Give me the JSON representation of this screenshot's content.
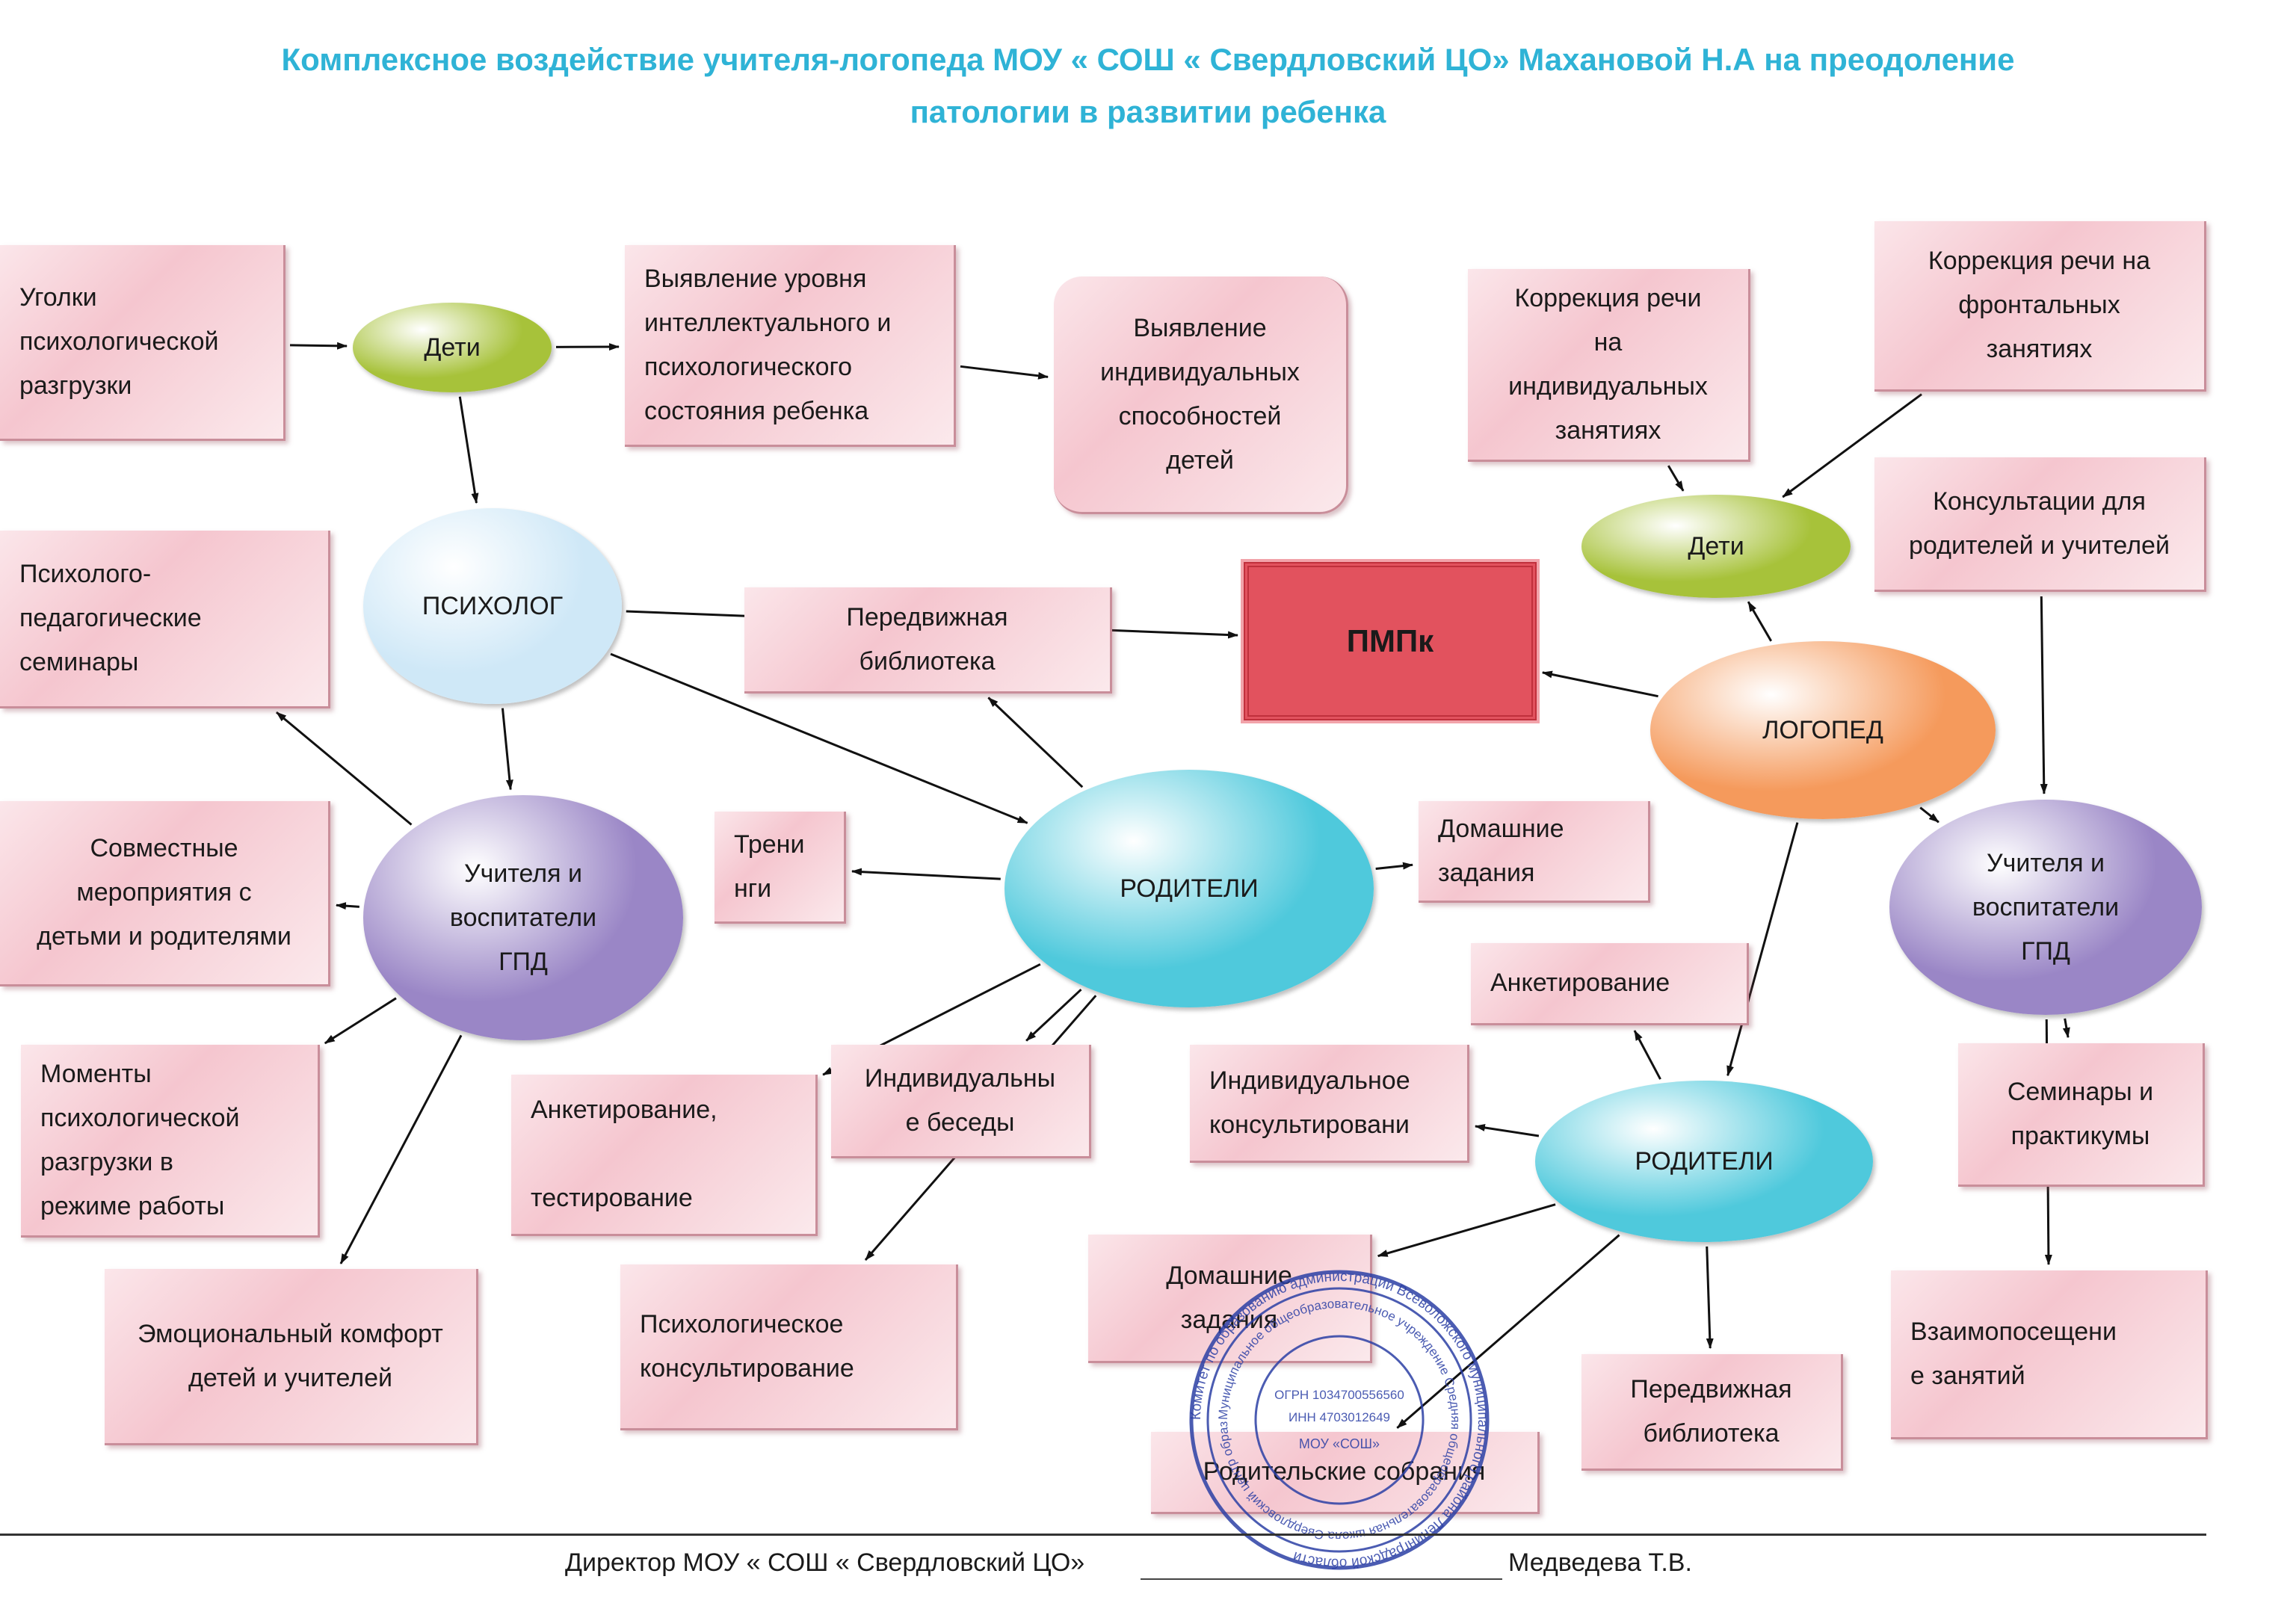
{
  "title": {
    "line1": "Комплексное  воздействие  учителя-логопеда МОУ « СОШ « Свердловский ЦО» Махановой Н.А  на преодоление",
    "line2": "патологии в развитии ребенка"
  },
  "nodes": {
    "ugolki": {
      "shape": "box",
      "lines": [
        "Уголки",
        "психологической",
        "разгрузки"
      ]
    },
    "deti_left": {
      "shape": "oval",
      "lines": [
        "Дети"
      ],
      "fill": "#a7c23a"
    },
    "vyavlenie_urovnya": {
      "shape": "box",
      "lines": [
        "Выявление  уровня",
        "интеллектуального и",
        "психологического",
        "состояния  ребенка"
      ]
    },
    "vyavlenie_spos": {
      "shape": "box",
      "lines": [
        "Выявление",
        "индивидуальных",
        "способностей",
        "детей"
      ]
    },
    "korr_ind": {
      "shape": "box",
      "lines": [
        "Коррекция речи",
        "на",
        "индивидуальных",
        "занятиях"
      ]
    },
    "korr_front": {
      "shape": "box",
      "lines": [
        "Коррекция речи на",
        "фронтальных",
        "занятиях"
      ]
    },
    "deti_right": {
      "shape": "oval",
      "lines": [
        "Дети"
      ],
      "fill": "#a7c23a"
    },
    "konsult_rod": {
      "shape": "box",
      "lines": [
        "Консультации для",
        "родителей  и учителей"
      ]
    },
    "psiholog": {
      "shape": "oval",
      "lines": [
        "ПСИХОЛОГ"
      ],
      "fill": "#cfe8f7"
    },
    "psi_ped_sem": {
      "shape": "box",
      "lines": [
        "Психолого-",
        "педагогические",
        "семинары"
      ]
    },
    "peredv_bibl_1": {
      "shape": "box",
      "lines": [
        "Передвижная",
        "библиотека"
      ]
    },
    "pmpk": {
      "shape": "pmpk",
      "lines": [
        "ПМПк"
      ]
    },
    "logoped": {
      "shape": "oval",
      "lines": [
        "ЛОГОПЕД"
      ],
      "fill": "#f59a5c"
    },
    "uchitelya_left": {
      "shape": "oval",
      "lines": [
        "Учителя и",
        "воспитатели",
        "ГПД"
      ],
      "fill": "#9a86c6"
    },
    "sovmestnye": {
      "shape": "box",
      "lines": [
        "Совместные",
        "мероприятия с",
        "детьми и родителями"
      ]
    },
    "treningi": {
      "shape": "box",
      "lines": [
        "Трени",
        "нги"
      ]
    },
    "roditeli_center": {
      "shape": "oval",
      "lines": [
        "РОДИТЕЛИ"
      ],
      "fill": "#4fc9dc"
    },
    "domashnie_1": {
      "shape": "box",
      "lines": [
        "Домашние",
        "задания"
      ]
    },
    "uchitelya_right": {
      "shape": "oval",
      "lines": [
        "Учителя  и",
        "воспитатели",
        "ГПД"
      ],
      "fill": "#9a86c6"
    },
    "anketirovanie_2": {
      "shape": "box",
      "lines": [
        "Анкетирование"
      ]
    },
    "momenty": {
      "shape": "box",
      "lines": [
        "Моменты",
        "психологической",
        "разгрузки в",
        "режиме работы"
      ]
    },
    "anket_test": {
      "shape": "box",
      "lines": [
        "Анкетирование,",
        "",
        "тестирование"
      ]
    },
    "ind_besedy": {
      "shape": "box",
      "lines": [
        "Индивидуальны",
        "е беседы"
      ]
    },
    "ind_konsult": {
      "shape": "box",
      "lines": [
        "Индивидуальное",
        "консультировани"
      ]
    },
    "roditeli_right": {
      "shape": "oval",
      "lines": [
        "РОДИТЕЛИ"
      ],
      "fill": "#4fc9dc"
    },
    "seminary": {
      "shape": "box",
      "lines": [
        "Семинары и",
        "практикумы"
      ]
    },
    "emoc_komfort": {
      "shape": "box",
      "lines": [
        "Эмоциональный комфорт",
        "детей и учителей"
      ]
    },
    "psi_konsult": {
      "shape": "box",
      "lines": [
        "Психологическое",
        "консультирование"
      ]
    },
    "domashnie_2": {
      "shape": "box",
      "lines": [
        "Домашние",
        "задания"
      ]
    },
    "peredv_bibl_2": {
      "shape": "box",
      "lines": [
        "Передвижная",
        "библиотека"
      ]
    },
    "vzaimoposesh": {
      "shape": "box",
      "lines": [
        "Взаимопосещени",
        "е занятий"
      ]
    },
    "rod_sobraniya": {
      "shape": "box",
      "lines": [
        "Родительские собрания"
      ]
    }
  },
  "edges": [
    [
      "ugolki",
      "deti_left"
    ],
    [
      "deti_left",
      "vyavlenie_urovnya"
    ],
    [
      "vyavlenie_urovnya",
      "vyavlenie_spos"
    ],
    [
      "deti_left",
      "psiholog"
    ],
    [
      "psiholog",
      "pmpk"
    ],
    [
      "psiholog",
      "roditeli_center"
    ],
    [
      "psiholog",
      "uchitelya_left"
    ],
    [
      "uchitelya_left",
      "psi_ped_sem"
    ],
    [
      "uchitelya_left",
      "sovmestnye"
    ],
    [
      "uchitelya_left",
      "momenty"
    ],
    [
      "uchitelya_left",
      "emoc_komfort"
    ],
    [
      "roditeli_center",
      "peredv_bibl_1"
    ],
    [
      "roditeli_center",
      "treningi"
    ],
    [
      "roditeli_center",
      "domashnie_1"
    ],
    [
      "roditeli_center",
      "anket_test"
    ],
    [
      "roditeli_center",
      "ind_besedy"
    ],
    [
      "roditeli_center",
      "psi_konsult"
    ],
    [
      "logoped",
      "pmpk"
    ],
    [
      "logoped",
      "deti_right"
    ],
    [
      "korr_ind",
      "deti_right"
    ],
    [
      "korr_front",
      "deti_right"
    ],
    [
      "logoped",
      "uchitelya_right"
    ],
    [
      "logoped",
      "roditeli_right"
    ],
    [
      "konsult_rod",
      "uchitelya_right"
    ],
    [
      "uchitelya_right",
      "seminary"
    ],
    [
      "uchitelya_right",
      "vzaimoposesh"
    ],
    [
      "roditeli_right",
      "anketirovanie_2"
    ],
    [
      "roditeli_right",
      "ind_konsult"
    ],
    [
      "roditeli_right",
      "domashnie_2"
    ],
    [
      "roditeli_right",
      "peredv_bibl_2"
    ],
    [
      "roditeli_right",
      "rod_sobraniya"
    ]
  ],
  "footer": {
    "signature_text": "Директор  МОУ « СОШ « Свердловский ЦО»",
    "signer": "Медведева Т.В."
  },
  "stamp": {
    "outer_text": "Комитет по образованию администрации Всеволожского муниципального района Ленинградской области",
    "inner_text": "Муниципальное общеобразовательное учреждение Средняя общеобразовательная школа Свердловский центр образования",
    "ogrn": "ОГРН 1034700556560",
    "inn": "ИНН 4703012649",
    "center": "МОУ «СОШ»"
  }
}
